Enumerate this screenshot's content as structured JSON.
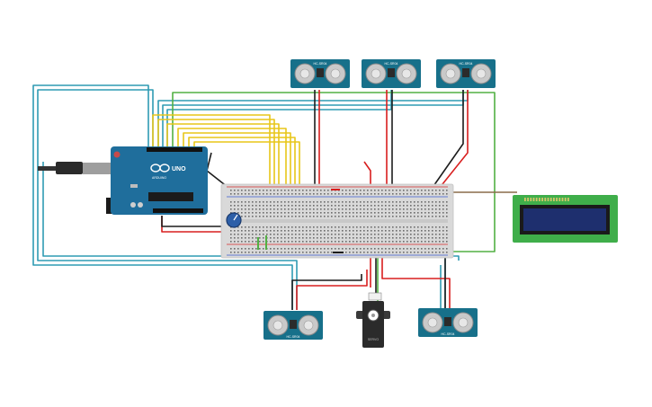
{
  "arduino": {
    "logo_text": "UNO",
    "brand_text": "ARDUINO",
    "colors": {
      "board": "#1f6e9c",
      "chip": "#1b1b1b",
      "usb": "#9e9e9e"
    }
  },
  "lcd": {
    "colors": {
      "pcb": "#3fae4a",
      "screen": "#1e2f6e"
    }
  },
  "ultrasonic": {
    "label": "HC-SR04",
    "count": 5,
    "colors": {
      "pcb": "#17708a",
      "transducer": "#c9c9c9"
    }
  },
  "servo": {
    "label": "SERVO",
    "colors": {
      "body": "#2b2b2b"
    }
  },
  "breadboard": {
    "colors": {
      "body": "#d9d9d9",
      "rail_red": "#d62c2c",
      "rail_blue": "#3a5bd1"
    }
  },
  "wire_colors": {
    "teal": "#2f9bb3",
    "yellow": "#e8c619",
    "green": "#52b043",
    "red": "#d81e1e",
    "black": "#1c1c1c",
    "brown": "#8a6b4a",
    "blue": "#3e78c9"
  }
}
